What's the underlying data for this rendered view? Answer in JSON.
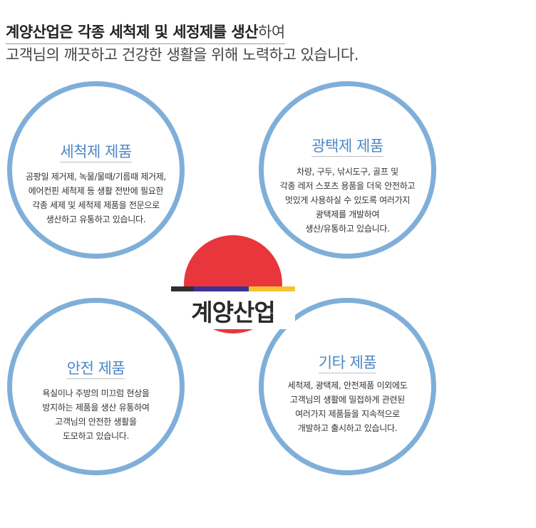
{
  "intro": {
    "line1_bold": "계양산업은 각종 세척제 및 세정제를 생산",
    "line1_rest": "하여",
    "line2": "고객님의 깨끗하고 건강한 생활을 위해 노력하고 있습니다."
  },
  "logo": {
    "name": "계양산업"
  },
  "colors": {
    "circle_border": "#7fafd9",
    "title": "#4a87c7",
    "sun": "#e8363c",
    "bar_dark": "#2f2f2f",
    "bar_navy": "#3c3294",
    "bar_yellow": "#f4c430"
  },
  "products": [
    {
      "title": "세척제 제품",
      "lines": [
        "곰팡일 제거제, 녹물/물때/기름때 제거제,",
        "에어컨핀 세척제 등 생활 전반에 필요한",
        "각종 세제 및 세척제 제품을 전문으로",
        "생산하고 유통하고 있습니다."
      ]
    },
    {
      "title": "광택제 제품",
      "lines": [
        "차량, 구두, 낚시도구, 골프 및",
        "각종 레저 스포츠 용품을 더욱 안전하고",
        "멋있게 사용하실 수 있도록 여러가지",
        "광택제를 개발하여",
        "생산/유통하고 있습니다."
      ]
    },
    {
      "title": "안전 제품",
      "lines": [
        "욕실이나 주방의 미끄럼 현상을",
        "방지하는 제품을 생산 유통하여",
        "고객님의 안전한 생활을",
        "도모하고 있습니다."
      ]
    },
    {
      "title": "기타 제품",
      "lines": [
        "세척제, 광택제, 안전제품 이외에도",
        "고객님의 생활에 밀접하게 관련된",
        "여러가지 제품들을 지속적으로",
        "개발하고 출시하고 있습니다."
      ]
    }
  ]
}
